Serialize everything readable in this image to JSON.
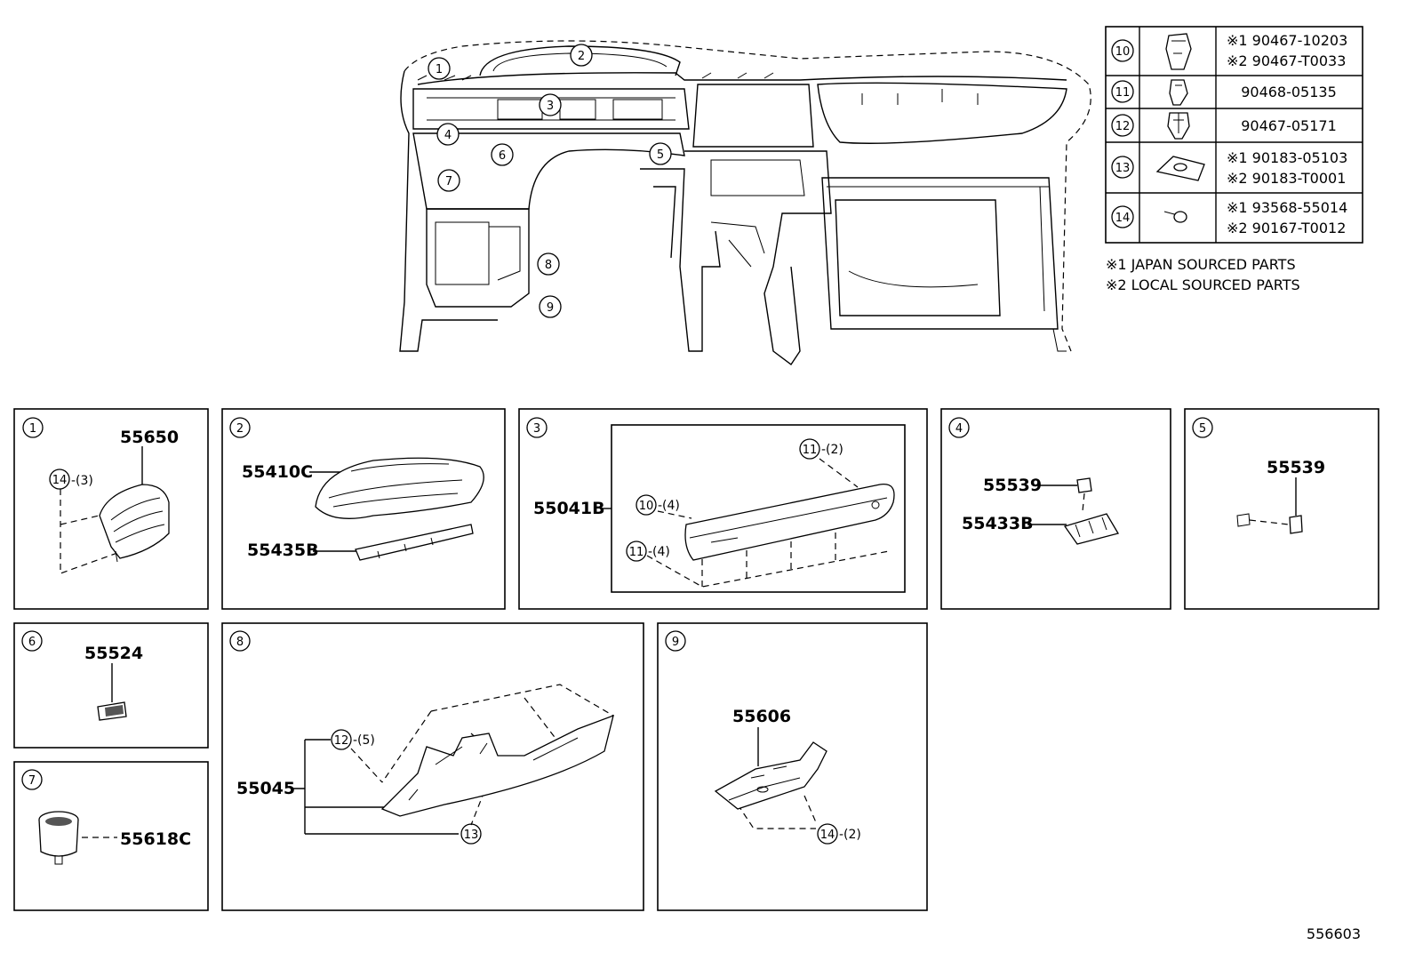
{
  "overview": {
    "callouts": [
      "1",
      "2",
      "3",
      "4",
      "5",
      "6",
      "7",
      "8",
      "9"
    ]
  },
  "fastener_table": {
    "rows": [
      {
        "ref": "10",
        "icon": "clip-icon",
        "numbers": [
          "※1 90467-10203",
          "※2 90467-T0033"
        ]
      },
      {
        "ref": "11",
        "icon": "clip-icon",
        "numbers": [
          "90468-05135"
        ]
      },
      {
        "ref": "12",
        "icon": "clip-icon",
        "numbers": [
          "90467-05171"
        ]
      },
      {
        "ref": "13",
        "icon": "nut-icon",
        "numbers": [
          "※1 90183-05103",
          "※2 90183-T0001"
        ]
      },
      {
        "ref": "14",
        "icon": "screw-icon",
        "numbers": [
          "※1 93568-55014",
          "※2 90167-T0012"
        ]
      }
    ],
    "notes": [
      "※1 JAPAN SOURCED PARTS",
      "※2 LOCAL SOURCED PARTS"
    ]
  },
  "panels": {
    "p1": {
      "ref": "1",
      "part": "55650",
      "fastener": "14",
      "qty": "-(3)"
    },
    "p2": {
      "ref": "2",
      "parts": [
        "55410C",
        "55435B"
      ]
    },
    "p3": {
      "ref": "3",
      "part": "55041B",
      "fasteners": [
        {
          "ref": "11",
          "qty": "-(2)"
        },
        {
          "ref": "10",
          "qty": "-(4)"
        },
        {
          "ref": "11",
          "qty": "-(4)"
        }
      ]
    },
    "p4": {
      "ref": "4",
      "parts": [
        "55539",
        "55433B"
      ]
    },
    "p5": {
      "ref": "5",
      "part": "55539"
    },
    "p6": {
      "ref": "6",
      "part": "55524"
    },
    "p7": {
      "ref": "7",
      "part": "55618C"
    },
    "p8": {
      "ref": "8",
      "part": "55045",
      "fasteners": [
        {
          "ref": "12",
          "qty": "-(5)"
        },
        {
          "ref": "13",
          "qty": ""
        }
      ]
    },
    "p9": {
      "ref": "9",
      "part": "55606",
      "fastener": "14",
      "qty": "-(2)"
    }
  },
  "footer": {
    "illustration_number": "556603"
  }
}
